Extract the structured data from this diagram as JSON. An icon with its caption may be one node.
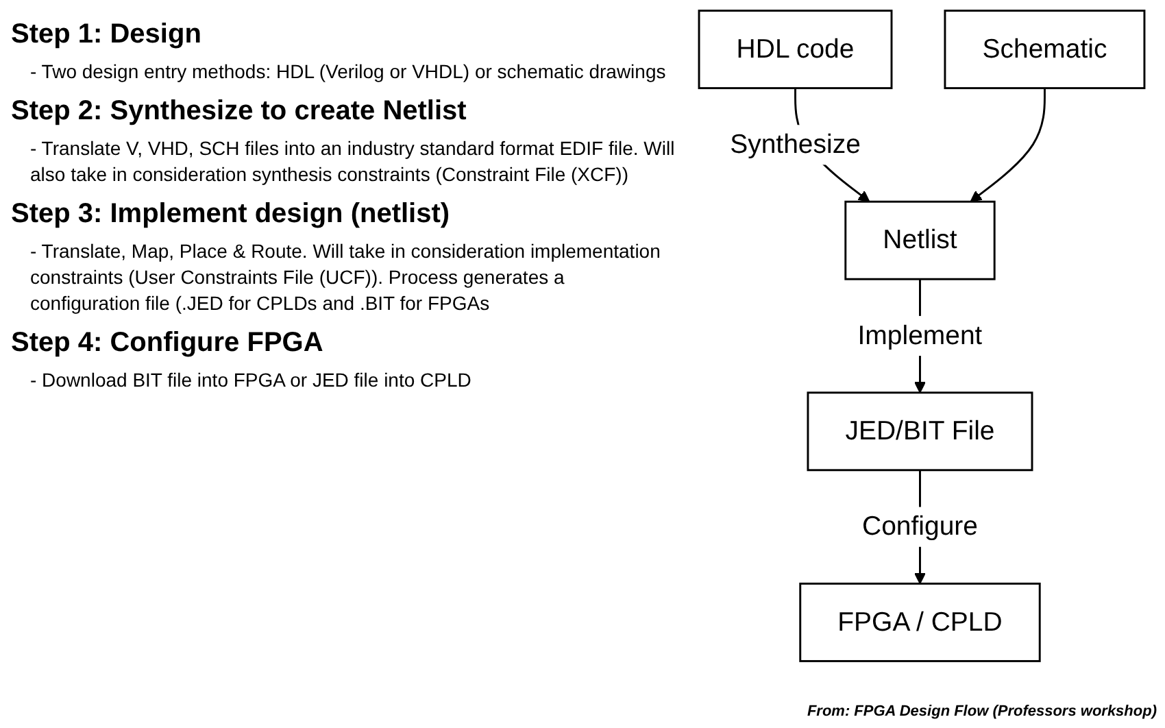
{
  "diagram": {
    "caption": "From: FPGA Design Flow (Professors workshop)",
    "nodes": [
      {
        "text": [
          "HDL code"
        ]
      },
      {
        "text": [
          "Schematic"
        ]
      },
      {
        "text": [
          "Netlist"
        ]
      },
      {
        "text": [
          "JED/BIT File"
        ]
      },
      {
        "text": [
          "FPGA / CPLD"
        ]
      }
    ],
    "edges": [
      {
        "from": 0,
        "to": 2,
        "arrow": "to",
        "label": "Synthesize"
      },
      {
        "from": 1,
        "to": 2,
        "arrow": "to"
      },
      {
        "from": 2,
        "to": 3,
        "arrow": "to",
        "label": "Implement"
      },
      {
        "from": 3,
        "to": 4,
        "arrow": "to",
        "label": "Configure"
      }
    ],
    "labels": [
      "Step 1: Design",
      "- Two design entry methods: HDL (Verilog or VHDL) or schematic drawings",
      "Step 2: Synthesize to create Netlist",
      "- Translate V, VHD, SCH files into an industry standard format EDIF file. Will also take in consideration synthesis constraints (Constraint File (XCF))",
      "Step 3: Implement design (netlist)",
      "- Translate, Map, Place & Route. Will take in consideration implementation constraints (User Constraints File (UCF)). Process generates a configuration file (.JED for CPLDs and .BIT for FPGAs",
      "Step 4: Configure FPGA",
      "- Download BIT file into FPGA or JED file into CPLD"
    ]
  }
}
